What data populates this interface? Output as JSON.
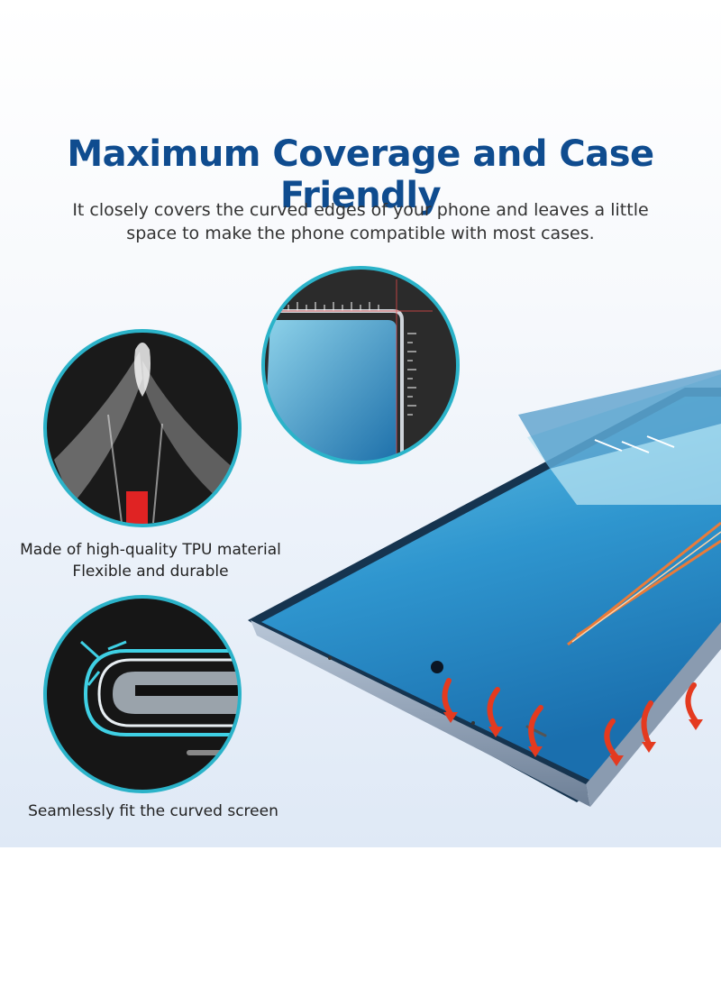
{
  "headline": "Maximum Coverage and Case Friendly",
  "subtitle": {
    "line1": "It closely covers the curved edges of your phone and leaves a little",
    "line2": "space to make the phone compatible with most cases."
  },
  "features": [
    {
      "line1": "Made of high-quality TPU material",
      "line2": "Flexible and durable",
      "icon": "film-peel-closeup"
    },
    {
      "line1": "Seamlessly fit the curved screen",
      "icon": "curved-edge-closeup"
    }
  ],
  "colors": {
    "headline": "#0f4c8f",
    "accent_ring": "#2bb3c9",
    "arrow": "#e43a1f",
    "screen_top": "#57b4dc",
    "screen_bottom": "#1c78b8"
  }
}
